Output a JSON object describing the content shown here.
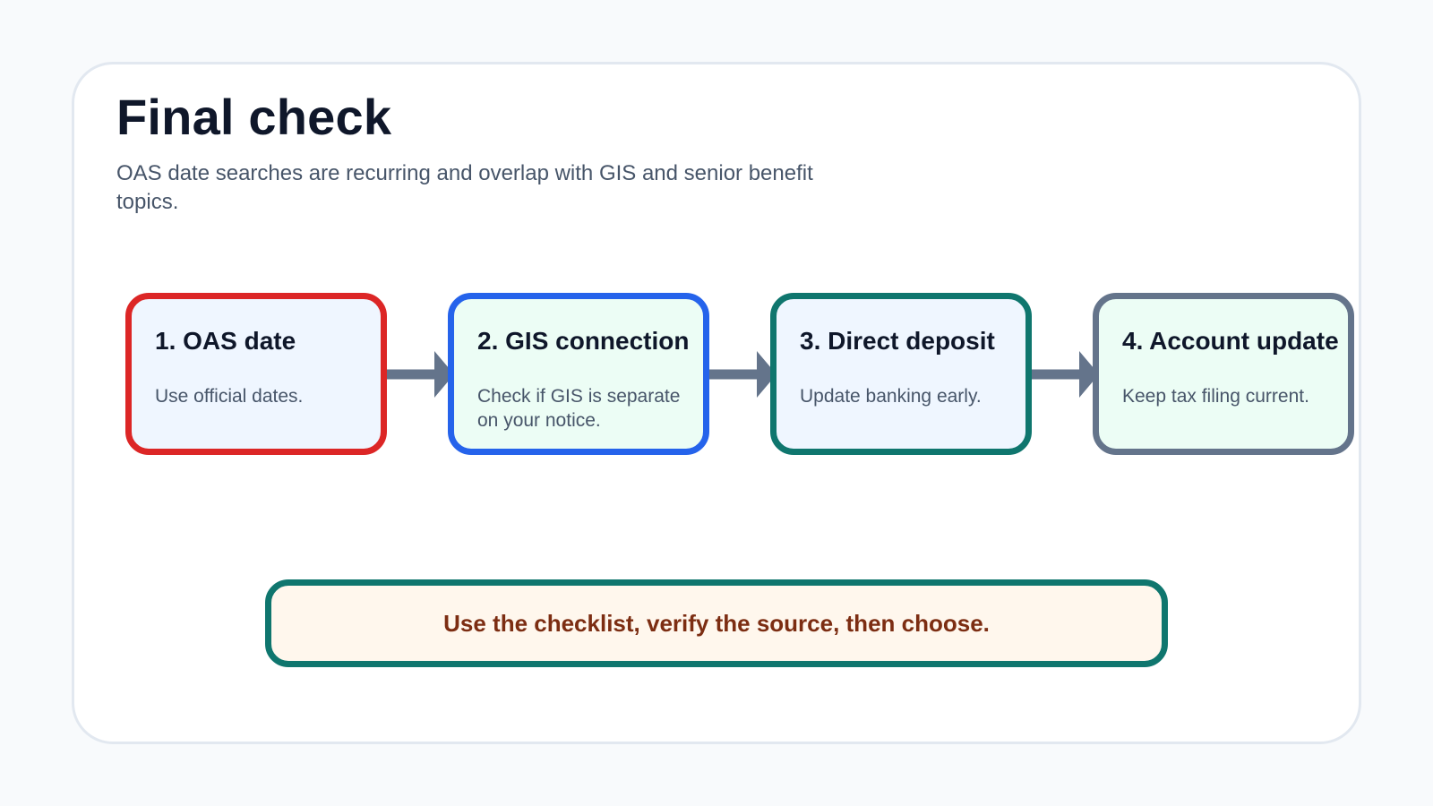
{
  "header": {
    "title": "Final check",
    "subtitle": "OAS date searches are recurring and overlap with GIS and senior benefit topics."
  },
  "steps": [
    {
      "title": "1. OAS date",
      "description": "Use official dates.",
      "border_color": "#dc2626",
      "fill_color": "#eff6ff"
    },
    {
      "title": "2. GIS connection",
      "description": "Check if GIS is separate on your notice.",
      "border_color": "#2563eb",
      "fill_color": "#ecfdf5"
    },
    {
      "title": "3. Direct deposit",
      "description": "Update banking early.",
      "border_color": "#0f766e",
      "fill_color": "#eff6ff"
    },
    {
      "title": "4. Account update",
      "description": "Keep tax filing current.",
      "border_color": "#64748b",
      "fill_color": "#ecfdf5"
    }
  ],
  "connector_color": "#64748b",
  "banner": {
    "text": "Use the checklist, verify the source, then choose."
  }
}
